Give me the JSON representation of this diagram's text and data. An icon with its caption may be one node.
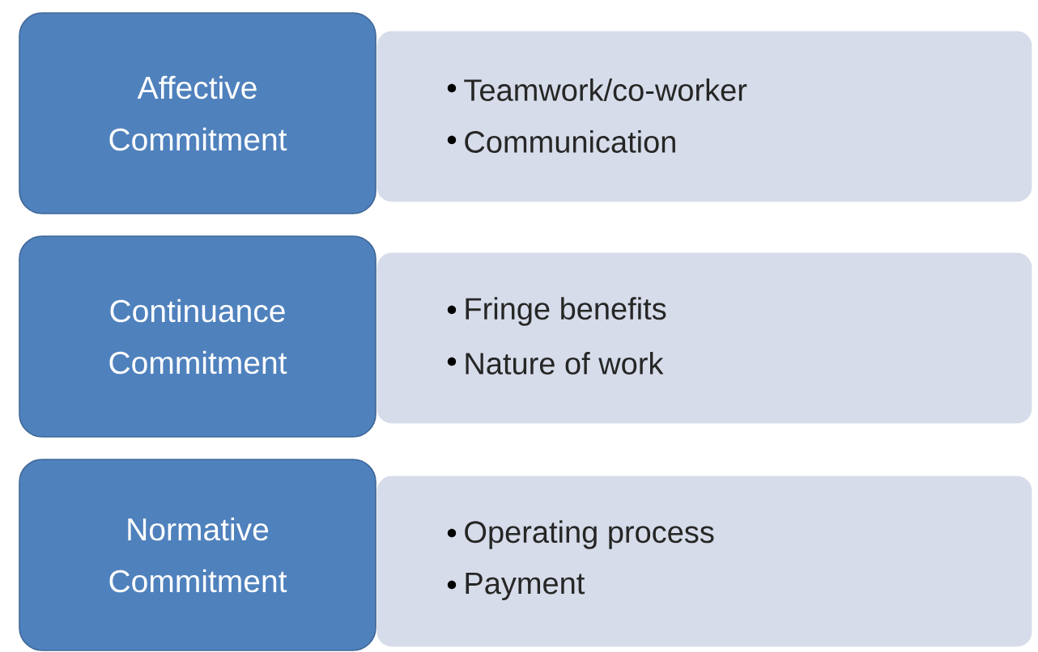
{
  "diagram": {
    "nodes": [
      {
        "text": [
          "Affective Commitment"
        ]
      },
      {
        "text": [
          "Teamwork/co-worker",
          "Communication"
        ]
      },
      {
        "text": [
          "Continuance Commitment"
        ]
      },
      {
        "text": [
          "Fringe benefits",
          "Nature of work"
        ]
      },
      {
        "text": [
          "Normative Commitment"
        ]
      },
      {
        "text": [
          "Operating process",
          "Payment"
        ]
      }
    ]
  }
}
